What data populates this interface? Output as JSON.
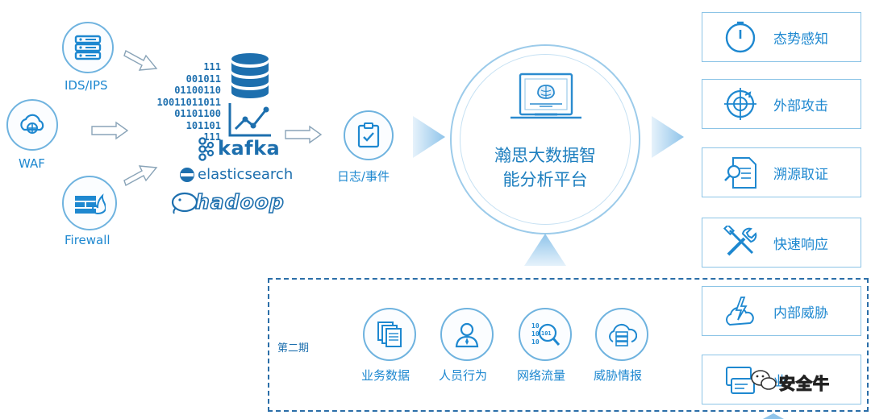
{
  "sources": {
    "ids_ips": "IDS/IPS",
    "waf": "WAF",
    "firewall": "Firewall"
  },
  "binary_lines": [
    "111",
    "001011",
    "01100110",
    "10011011011",
    "01101100",
    "101101",
    "111"
  ],
  "stack": {
    "kafka": "kafka",
    "elasticsearch": "elasticsearch",
    "hadoop": "hadoop"
  },
  "logs_label": "日志/事件",
  "core": {
    "line1": "瀚思大数据智",
    "line2": "能分析平台"
  },
  "capabilities": [
    {
      "label": "态势感知",
      "icon": "timer-icon"
    },
    {
      "label": "外部攻击",
      "icon": "target-icon"
    },
    {
      "label": "溯源取证",
      "icon": "document-search-icon"
    },
    {
      "label": "快速响应",
      "icon": "tools-icon"
    },
    {
      "label": "内部威胁",
      "icon": "cloud-lightning-icon"
    },
    {
      "label": "业",
      "icon": "screen-icon"
    }
  ],
  "phase2": {
    "title": "第二期",
    "items": [
      {
        "label": "业务数据",
        "icon": "documents-icon"
      },
      {
        "label": "人员行为",
        "icon": "person-icon"
      },
      {
        "label": "网络流量",
        "icon": "binary-magnifier-icon"
      },
      {
        "label": "威胁情报",
        "icon": "cloud-server-icon"
      }
    ]
  },
  "watermark": "安全牛"
}
